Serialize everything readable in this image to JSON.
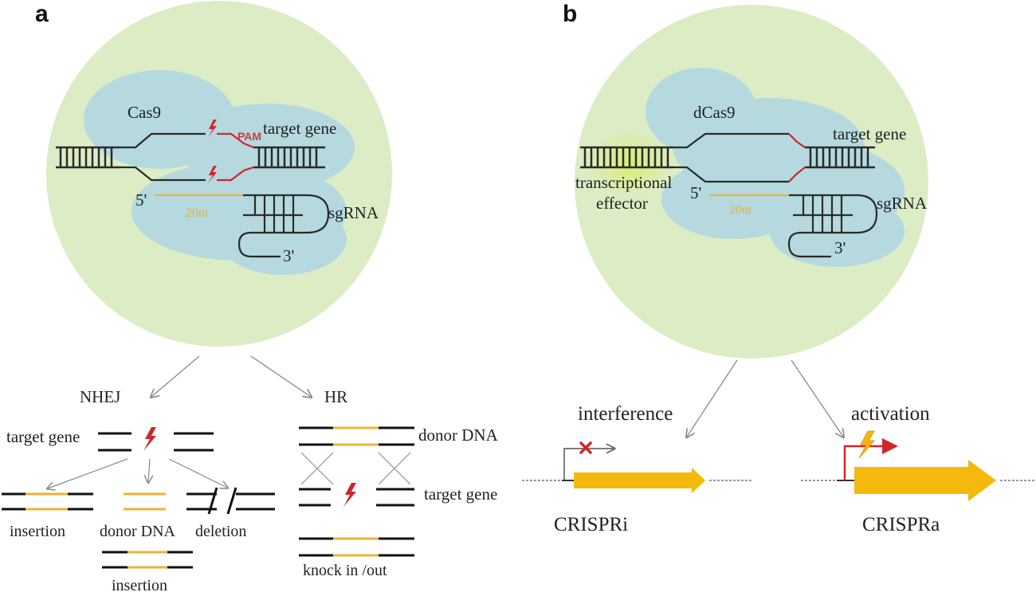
{
  "colors": {
    "cell": "#dcecc4",
    "protein": "#b5d9df",
    "dna": "#2b2b2b",
    "guide": "#e8b43a",
    "cut": "#d0262b",
    "effector": "#d9ee6a",
    "arrow_fill": "#f5b80c",
    "connector": "#8a8a8a"
  },
  "panel_a": {
    "letter": "a",
    "protein": "Cas9",
    "pam": "PAM",
    "target": "target gene",
    "five_prime": "5'",
    "three_prime": "3'",
    "nt_label": "20nt",
    "sgrna": "sgRNA",
    "nhej": {
      "title": "NHEJ",
      "target": "target gene",
      "insertion": "insertion",
      "donor": "donor DNA",
      "deletion": "deletion",
      "insertion2": "insertion"
    },
    "hr": {
      "title": "HR",
      "donor": "donor DNA",
      "target": "target gene",
      "knock": "knock in /out"
    }
  },
  "panel_b": {
    "letter": "b",
    "protein": "dCas9",
    "target": "target gene",
    "effector_1": "transcriptional",
    "effector_2": "effector",
    "five_prime": "5'",
    "three_prime": "3'",
    "nt_label": "20nt",
    "sgrna": "sgRNA",
    "interference": "interference",
    "activation": "activation",
    "crispri": "CRISPRi",
    "crispra": "CRISPRa"
  }
}
